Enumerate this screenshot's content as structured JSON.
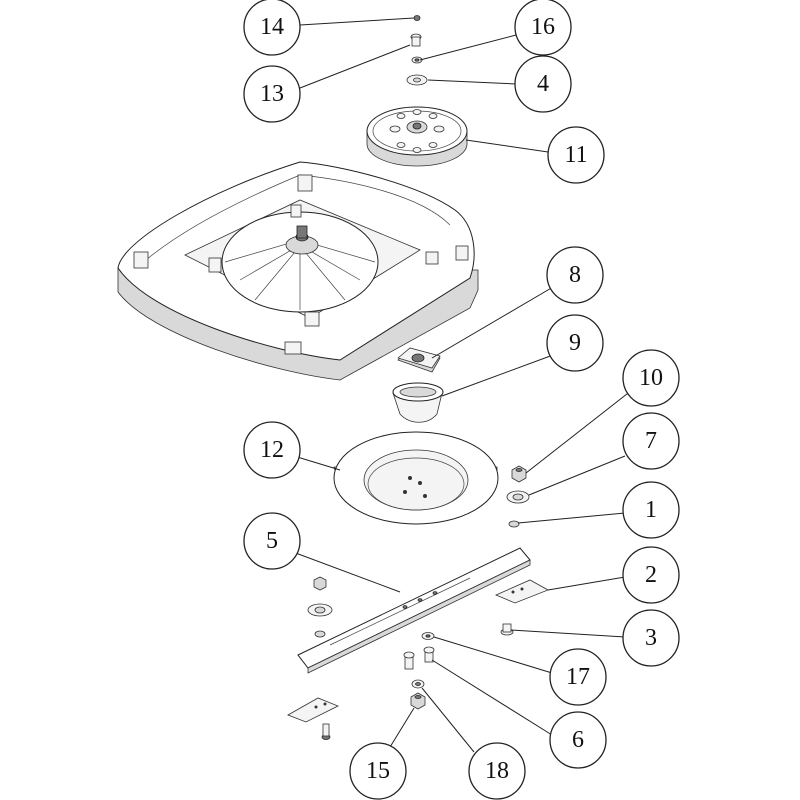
{
  "callouts": [
    {
      "id": "callout-14",
      "label": "14"
    },
    {
      "id": "callout-16",
      "label": "16"
    },
    {
      "id": "callout-13",
      "label": "13"
    },
    {
      "id": "callout-4",
      "label": "4"
    },
    {
      "id": "callout-11",
      "label": "11"
    },
    {
      "id": "callout-8",
      "label": "8"
    },
    {
      "id": "callout-9",
      "label": "9"
    },
    {
      "id": "callout-10",
      "label": "10"
    },
    {
      "id": "callout-7",
      "label": "7"
    },
    {
      "id": "callout-12",
      "label": "12"
    },
    {
      "id": "callout-1",
      "label": "1"
    },
    {
      "id": "callout-5",
      "label": "5"
    },
    {
      "id": "callout-2",
      "label": "2"
    },
    {
      "id": "callout-3",
      "label": "3"
    },
    {
      "id": "callout-17",
      "label": "17"
    },
    {
      "id": "callout-6",
      "label": "6"
    },
    {
      "id": "callout-15",
      "label": "15"
    },
    {
      "id": "callout-18",
      "label": "18"
    }
  ]
}
